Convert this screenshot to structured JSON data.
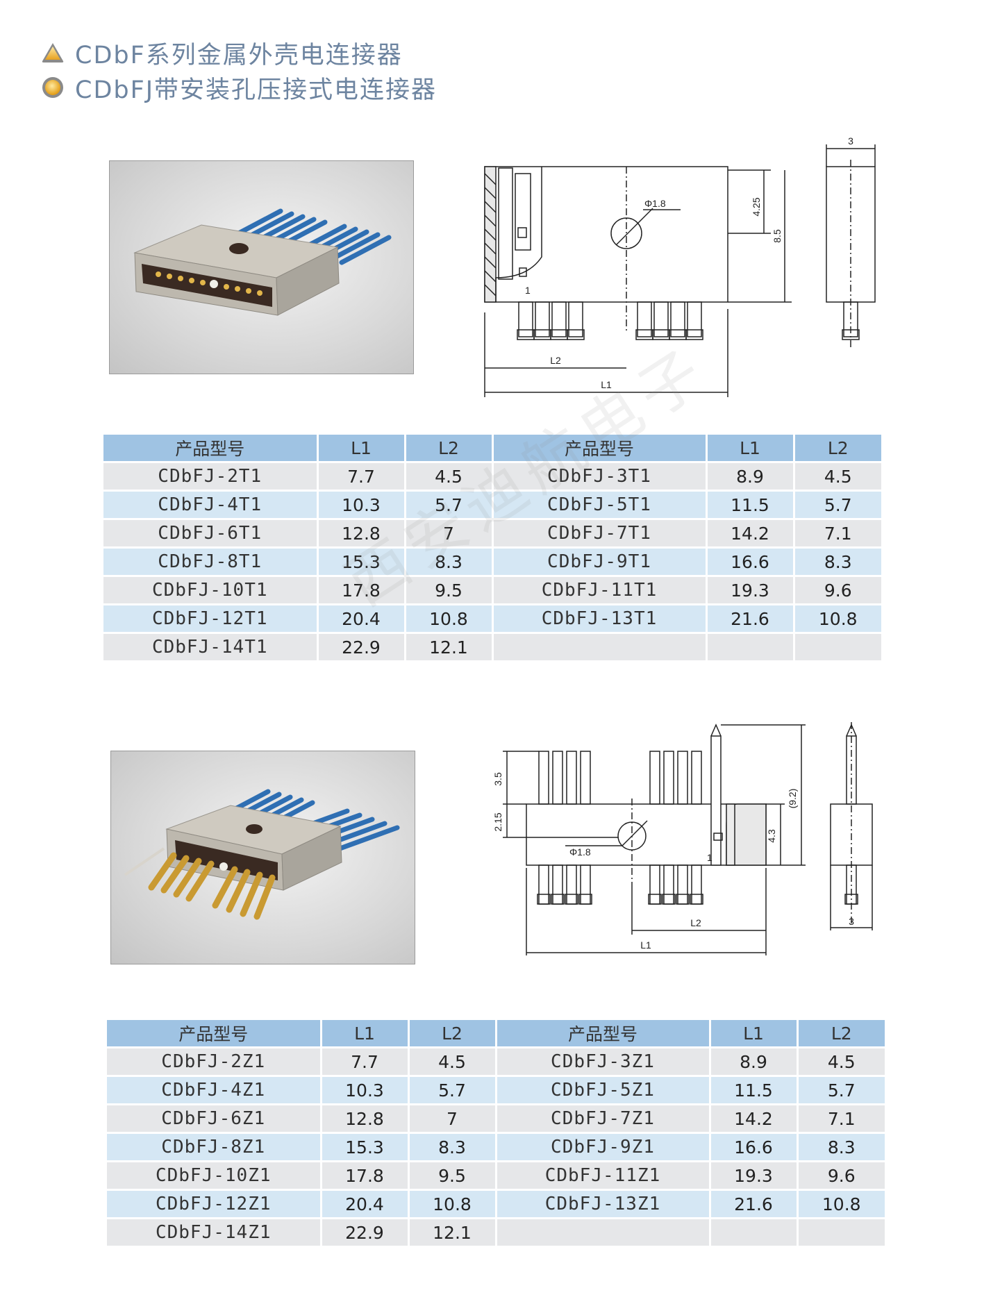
{
  "headers": [
    {
      "text": "CDbF系列金属外壳电连接器"
    },
    {
      "text": "CDbFJ带安装孔压接式电连接器"
    }
  ],
  "watermark": "西安迪航电子",
  "drawing1": {
    "dim_width": "3",
    "dim_phi": "Φ1.8",
    "dim_425": "4.25",
    "dim_85": "8.5",
    "pin1": "1",
    "l2": "L2",
    "l1": "L1"
  },
  "drawing2": {
    "dim_35": "3.5",
    "dim_215": "2.15",
    "dim_phi": "Φ1.8",
    "dim_92": "(9.2)",
    "dim_43": "4.3",
    "pin1": "1",
    "l2": "L2",
    "l1": "L1",
    "dim_width": "3"
  },
  "table1": {
    "columns": [
      "产品型号",
      "L1",
      "L2",
      "产品型号",
      "L1",
      "L2"
    ],
    "rows": [
      [
        "CDbFJ-2T1",
        "7.7",
        "4.5",
        "CDbFJ-3T1",
        "8.9",
        "4.5"
      ],
      [
        "CDbFJ-4T1",
        "10.3",
        "5.7",
        "CDbFJ-5T1",
        "11.5",
        "5.7"
      ],
      [
        "CDbFJ-6T1",
        "12.8",
        "7",
        "CDbFJ-7T1",
        "14.2",
        "7.1"
      ],
      [
        "CDbFJ-8T1",
        "15.3",
        "8.3",
        "CDbFJ-9T1",
        "16.6",
        "8.3"
      ],
      [
        "CDbFJ-10T1",
        "17.8",
        "9.5",
        "CDbFJ-11T1",
        "19.3",
        "9.6"
      ],
      [
        "CDbFJ-12T1",
        "20.4",
        "10.8",
        "CDbFJ-13T1",
        "21.6",
        "10.8"
      ],
      [
        "CDbFJ-14T1",
        "22.9",
        "12.1",
        "",
        "",
        ""
      ]
    ]
  },
  "table2": {
    "columns": [
      "产品型号",
      "L1",
      "L2",
      "产品型号",
      "L1",
      "L2"
    ],
    "rows": [
      [
        "CDbFJ-2Z1",
        "7.7",
        "4.5",
        "CDbFJ-3Z1",
        "8.9",
        "4.5"
      ],
      [
        "CDbFJ-4Z1",
        "10.3",
        "5.7",
        "CDbFJ-5Z1",
        "11.5",
        "5.7"
      ],
      [
        "CDbFJ-6Z1",
        "12.8",
        "7",
        "CDbFJ-7Z1",
        "14.2",
        "7.1"
      ],
      [
        "CDbFJ-8Z1",
        "15.3",
        "8.3",
        "CDbFJ-9Z1",
        "16.6",
        "8.3"
      ],
      [
        "CDbFJ-10Z1",
        "17.8",
        "9.5",
        "CDbFJ-11Z1",
        "19.3",
        "9.6"
      ],
      [
        "CDbFJ-12Z1",
        "20.4",
        "10.8",
        "CDbFJ-13Z1",
        "21.6",
        "10.8"
      ],
      [
        "CDbFJ-14Z1",
        "22.9",
        "12.1",
        "",
        "",
        ""
      ]
    ]
  }
}
